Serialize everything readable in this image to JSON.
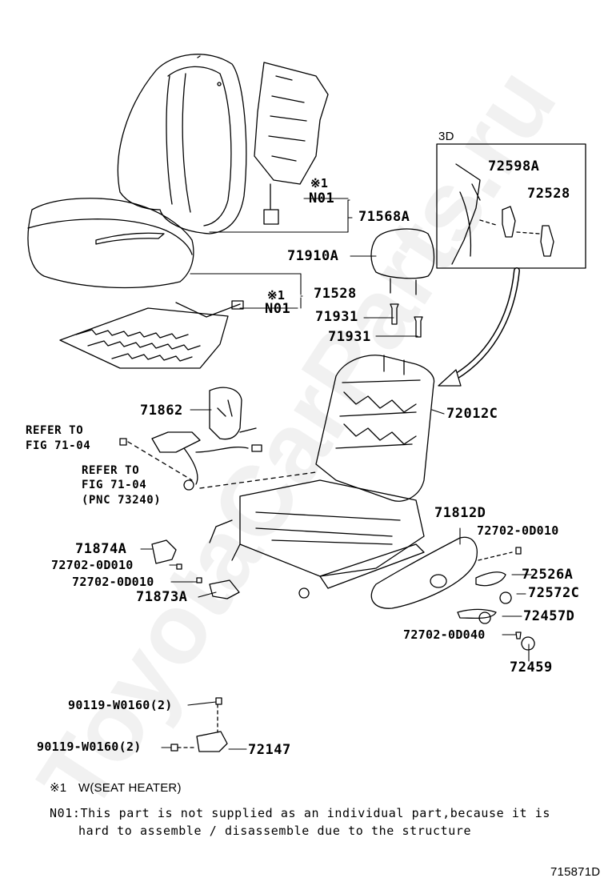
{
  "watermark": "ToyotaCarParts.ru",
  "box_label": "3D",
  "parts": {
    "p71568A": "71568A",
    "p71910A": "71910A",
    "p71528": "71528",
    "p71931_a": "71931",
    "p71931_b": "71931",
    "p72598A": "72598A",
    "p72528": "72528",
    "p71862": "71862",
    "p72012C": "72012C",
    "p71812D": "71812D",
    "p72702_0D010_r": "72702-0D010",
    "p71874A": "71874A",
    "p72702_0D010_l1": "72702-0D010",
    "p72702_0D010_l2": "72702-0D010",
    "p71873A": "71873A",
    "p72526A": "72526A",
    "p72572C": "72572C",
    "p72457D": "72457D",
    "p72702_0D040": "72702-0D040",
    "p72459": "72459",
    "p90119_a": "90119-W0160(2)",
    "p90119_b": "90119-W0160(2)",
    "p72147": "72147"
  },
  "n01_a": {
    "mark": "※1",
    "code": "N01"
  },
  "n01_b": {
    "mark": "※1",
    "code": "N01"
  },
  "refs": {
    "ref1_line1": "REFER TO",
    "ref1_line2": "FIG 71-04",
    "ref2_line1": "REFER TO",
    "ref2_line2": "FIG 71-04",
    "ref2_line3": "(PNC 73240)"
  },
  "notes": {
    "n1_mark": "※1",
    "n1_text": "W(SEAT HEATER)",
    "n2_line1": "N01:This part is not supplied as an individual part,because it is",
    "n2_line2": "hard to assemble / disassemble due to the structure"
  },
  "figure_id": "715871D"
}
